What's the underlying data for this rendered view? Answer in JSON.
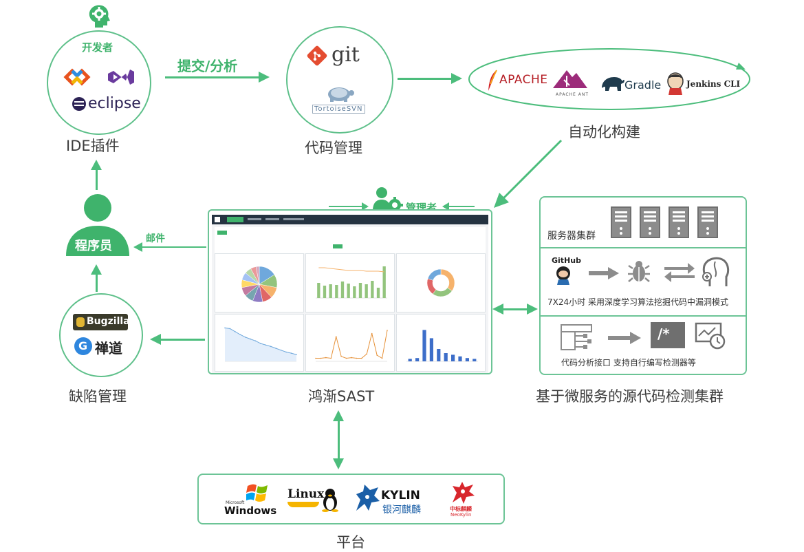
{
  "ide": {
    "role_label": "开发者",
    "eclipse_logo": "eclipse",
    "caption": "IDE插件"
  },
  "flow": {
    "submit_label": "提交/分析",
    "mail_label": "邮件"
  },
  "vcs": {
    "git_logo": "git",
    "svn_logo": "TortoiseSVN",
    "caption": "代码管理"
  },
  "build": {
    "apache_logo": "APACHE",
    "ant_logo": "APACHE ANT",
    "gradle_logo": "Gradle",
    "jenkins_logo": "Jenkins CLI",
    "caption": "自动化构建"
  },
  "admin": {
    "label": "管理者"
  },
  "programmer": {
    "label": "程序员"
  },
  "defect": {
    "bugzilla_logo": "Bugzilla",
    "chandao_logo": "禅道",
    "caption": "缺陷管理"
  },
  "sast": {
    "caption": "鸿渐SAST"
  },
  "cluster": {
    "servers_label": "服务器集群",
    "github_logo": "GitHub",
    "ai_text": "7X24小时 采用深度学习算法挖掘代码中漏洞模式",
    "api_text": "代码分析接口 支持自行编写检测器等",
    "code_symbol": "/*",
    "caption": "基于微服务的源代码检测集群"
  },
  "platform": {
    "windows_small": "Microsoft",
    "windows_logo": "Windows",
    "linux_logo": "Linux",
    "kylin_logo": "KYLIN",
    "kylin_cn": "银河麒麟",
    "neokylin_cn": "中标麒麟",
    "neokylin_en": "NeoKylin",
    "caption": "平台"
  },
  "colors": {
    "accent": "#3fb36c",
    "arrow": "#4cbd7c",
    "dark_nav": "#253341"
  },
  "chart_data": [
    {
      "type": "pie",
      "values": [
        16,
        12,
        10,
        9,
        9,
        8,
        8,
        7,
        7,
        6,
        5,
        3
      ],
      "colors": [
        "#6fa8dc",
        "#93c47d",
        "#f6b26b",
        "#e06666",
        "#8e7cc3",
        "#76a5af",
        "#c27ba0",
        "#ffd966",
        "#a4c2f4",
        "#b6d7a8",
        "#ea9999",
        "#d5a6bd"
      ]
    },
    {
      "type": "bar",
      "values": [
        22,
        18,
        20,
        19,
        24,
        21,
        17,
        22,
        20,
        25,
        15,
        46
      ],
      "line": [
        44,
        44,
        43,
        42,
        41,
        40,
        40,
        40,
        39,
        39,
        39,
        38
      ],
      "ylim": [
        0,
        50
      ]
    },
    {
      "type": "pie",
      "values": [
        35,
        25,
        20,
        20
      ],
      "colors": [
        "#f6b26b",
        "#93c47d",
        "#e06666",
        "#6fa8dc"
      ]
    },
    {
      "type": "line",
      "values": [
        90,
        88,
        80,
        72,
        65,
        60,
        55,
        48,
        44,
        40,
        35,
        30,
        25,
        22,
        18
      ],
      "ylim": [
        0,
        100
      ]
    },
    {
      "type": "line",
      "values": [
        5,
        5,
        6,
        5,
        40,
        8,
        5,
        6,
        5,
        5,
        12,
        45,
        10,
        5,
        50
      ],
      "ylim": [
        0,
        60
      ]
    },
    {
      "type": "bar",
      "values": [
        3,
        4,
        38,
        28,
        15,
        10,
        8,
        6,
        4,
        3
      ],
      "ylim": [
        0,
        45
      ]
    }
  ]
}
